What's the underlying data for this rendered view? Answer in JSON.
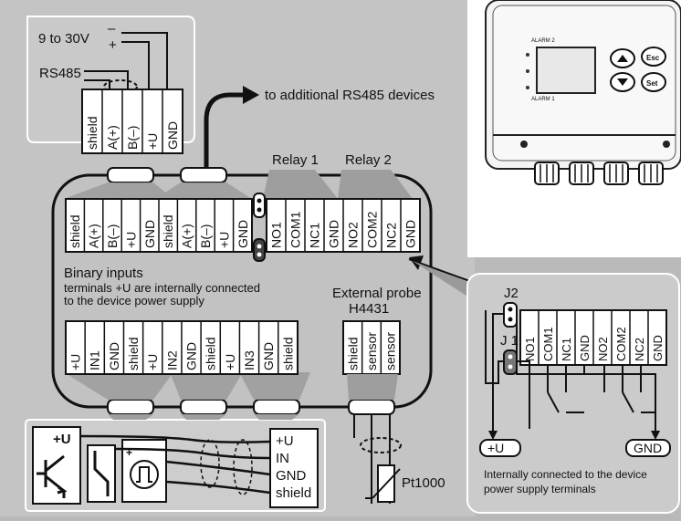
{
  "supply": {
    "voltage": "9 to 30V",
    "plus": "+",
    "minus": "–",
    "rs485": "RS485",
    "terminals": [
      "shield",
      "A(+)",
      "B(–)",
      "+U",
      "GND"
    ]
  },
  "arrow_label": "to additional RS485 devices",
  "relays": {
    "relay1": "Relay 1",
    "relay2": "Relay 2"
  },
  "top_terminals": [
    "shield",
    "A(+)",
    "B(–)",
    "+U",
    "GND",
    "shield",
    "A(+)",
    "B(–)",
    "+U",
    "GND"
  ],
  "relay_terminals": [
    "NO1",
    "COM1",
    "NC1",
    "GND",
    "NO2",
    "COM2",
    "NC2",
    "GND"
  ],
  "binary": {
    "title": "Binary inputs",
    "note1": "terminals +U are internally connected",
    "note2": "to the device power supply"
  },
  "bottom_terminals": [
    "+U",
    "IN1",
    "GND",
    "shield",
    "+U",
    "IN2",
    "GND",
    "shield",
    "+U",
    "IN3",
    "GND",
    "shield"
  ],
  "probe": {
    "title": "External probe",
    "model": "H4431",
    "terminals": [
      "shield",
      "sensor",
      "sensor"
    ],
    "sensor_label": "Pt1000"
  },
  "input_wires": {
    "labels": [
      "+U",
      "IN",
      "GND",
      "shield"
    ],
    "plus_u": "+U"
  },
  "inset": {
    "j2": "J2",
    "j1": "J 1",
    "terminals": [
      "NO1",
      "COM1",
      "NC1",
      "GND",
      "NO2",
      "COM2",
      "NC2",
      "GND"
    ],
    "plus_u": "+U",
    "gnd": "GND",
    "note1": "Internally connected to the device",
    "note2": "power supply terminals"
  },
  "device": {
    "btn_esc": "Esc",
    "btn_set": "Set",
    "alarm1": "ALARM 2",
    "alarm2": "ALARM 1"
  }
}
